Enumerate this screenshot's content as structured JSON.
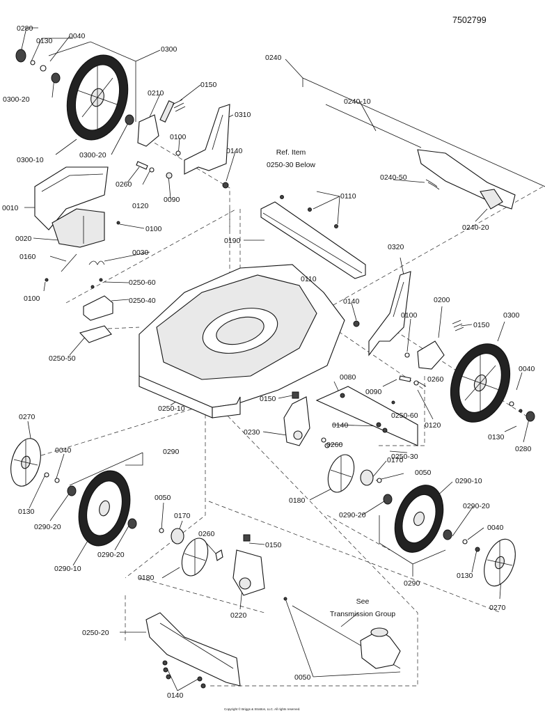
{
  "document": {
    "diagram_number": "7502799",
    "copyright": "Copyright © Briggs & Stratton, LLC. All rights reserved.",
    "notes": {
      "ref_item_line1": "Ref. Item",
      "ref_item_line2": "0250-30 Below",
      "see_line1": "See",
      "see_line2": "Transmission Group"
    },
    "labels": {
      "l0280_top": "0280",
      "l0130_top": "0130",
      "l0040_top": "0040",
      "l0300_top": "0300",
      "l0300_20a": "0300-20",
      "l0300_10": "0300-10",
      "l0300_20b": "0300-20",
      "l0210": "0210",
      "l0150_a": "0150",
      "l0310": "0310",
      "l0100_a": "0100",
      "l0140_a": "0140",
      "l0260_a": "0260",
      "l0120_a": "0120",
      "l0090_a": "0090",
      "l0010": "0010",
      "l0020": "0020",
      "l0100_b": "0100",
      "l0160": "0160",
      "l0030": "0030",
      "l0100_c": "0100",
      "l0250_60a": "0250-60",
      "l0250_40": "0250-40",
      "l0250_50": "0250-50",
      "l0240": "0240",
      "l0240_10": "0240-10",
      "l0240_50": "0240-50",
      "l0240_20": "0240-20",
      "l0110_a": "0110",
      "l0190": "0190",
      "l0110_b": "0110",
      "l0320": "0320",
      "l0140_b": "0140",
      "l0100_d": "0100",
      "l0200": "0200",
      "l0150_b": "0150",
      "l0300_r": "0300",
      "l0040_r": "0040",
      "l0260_b": "0260",
      "l0090_b": "0090",
      "l0120_b": "0120",
      "l0130_r": "0130",
      "l0280_r": "0280",
      "l0250_10": "0250-10",
      "l0150_c": "0150",
      "l0080": "0080",
      "l0140_c": "0140",
      "l0250_60b": "0250-60",
      "l0230": "0230",
      "l0260_c": "0260",
      "l0250_30": "0250-30",
      "l0270_l": "0270",
      "l0040_l": "0040",
      "l0130_l": "0130",
      "l0290_l": "0290",
      "l0290_20a": "0290-20",
      "l0290_10l": "0290-10",
      "l0290_20b": "0290-20",
      "l0050_a": "0050",
      "l0170_a": "0170",
      "l0180_a": "0180",
      "l0260_d": "0260",
      "l0150_d": "0150",
      "l0220": "0220",
      "l0170_b": "0170",
      "l0050_b": "0050",
      "l0180_b": "0180",
      "l0290_20c": "0290-20",
      "l0290_10r": "0290-10",
      "l0290_20d": "0290-20",
      "l0040_r2": "0040",
      "l0130_r2": "0130",
      "l0270_r": "0270",
      "l0290_r": "0290",
      "l0250_20": "0250-20",
      "l0140_d": "0140",
      "l0050_c": "0050"
    }
  }
}
